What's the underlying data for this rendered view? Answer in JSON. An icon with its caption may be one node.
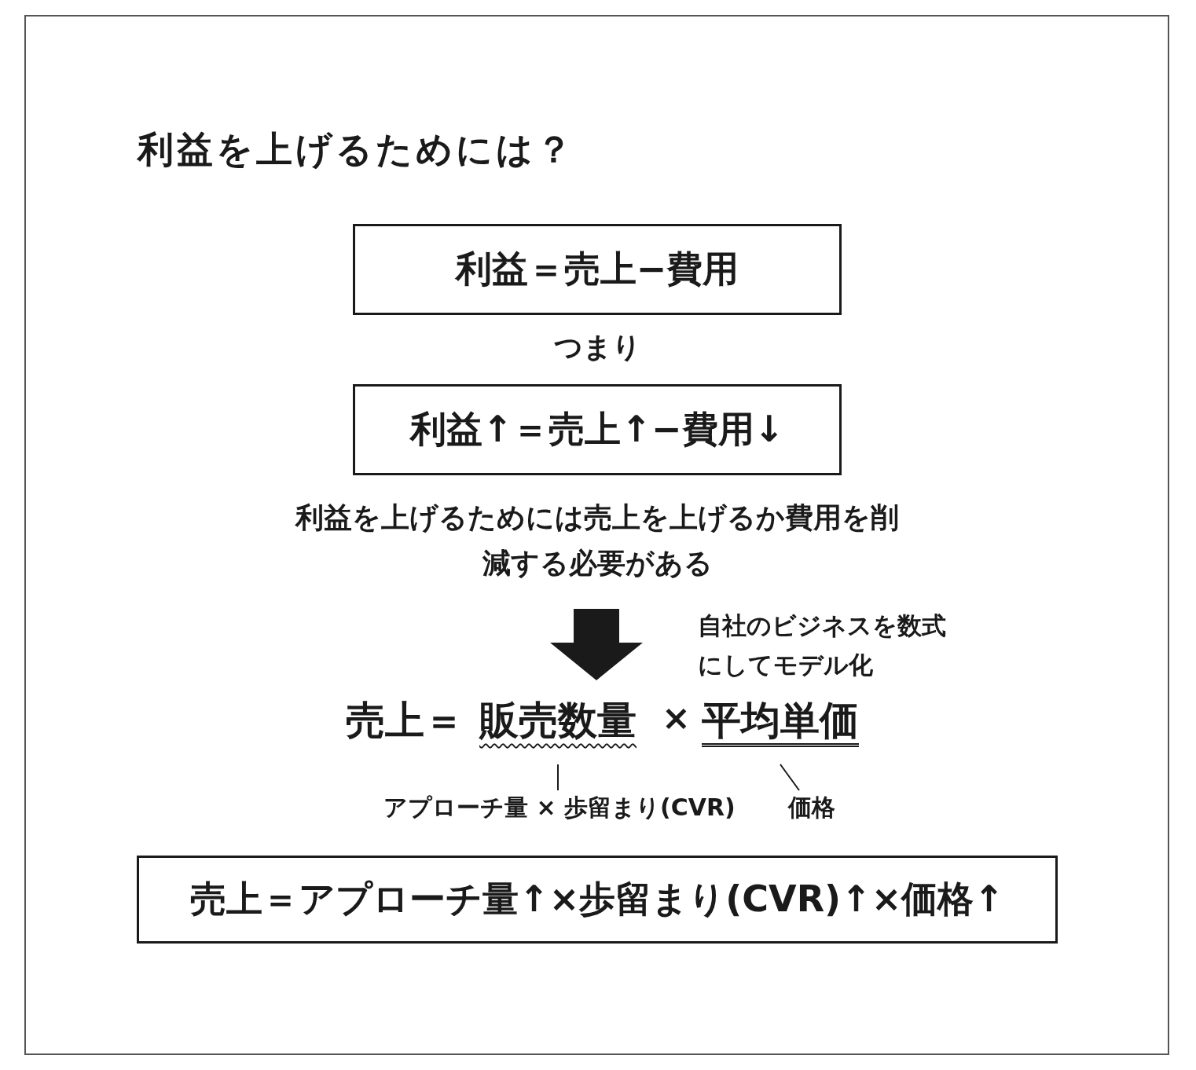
{
  "diagram": {
    "title": "利益を上げるためには？",
    "nodes": [
      {
        "text": [
          "利益＝売上−費用"
        ]
      },
      {
        "text": [
          "利益↑＝売上↑−費用↓"
        ]
      },
      {
        "text": [
          "販売数量"
        ]
      },
      {
        "text": [
          "平均単価"
        ]
      },
      {
        "text": [
          "アプローチ量 × 歩留まり(CVR)"
        ]
      },
      {
        "text": [
          "価格"
        ]
      },
      {
        "text": [
          "売上＝アプローチ量↑×歩留まり(CVR)↑×価格↑"
        ]
      }
    ],
    "edges": [
      {
        "from": 4,
        "to": 2,
        "arrow": "none"
      },
      {
        "from": 5,
        "to": 3,
        "arrow": "none"
      }
    ],
    "labels": [
      "つまり",
      "利益を上げるためには売上を上げるか費用を削減する必要がある",
      "自社のビジネスを数式にしてモデル化",
      "売上＝",
      "×"
    ]
  }
}
